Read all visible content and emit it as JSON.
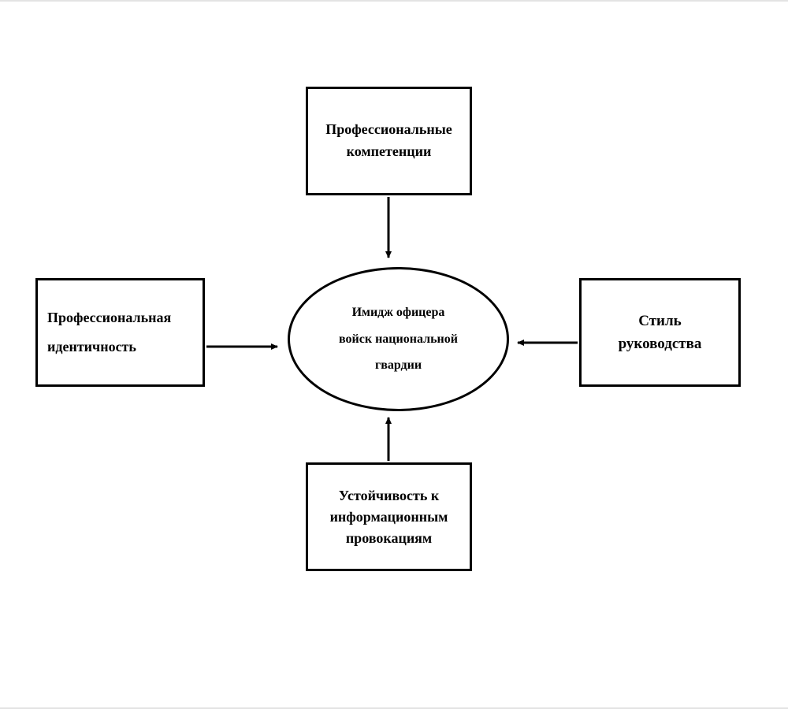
{
  "diagram": {
    "center": {
      "label": "Имидж офицера\nвойск национальной\nгвардии"
    },
    "top": {
      "label": "Профессиональные\nкомпетенции"
    },
    "left": {
      "label": "Профессиональная\nидентичность"
    },
    "right": {
      "label": "Стиль\nруководства"
    },
    "bottom": {
      "label": "Устойчивость к\nинформационным\nпровокациям"
    },
    "colors": {
      "stroke": "#000000",
      "background": "#ffffff"
    }
  }
}
